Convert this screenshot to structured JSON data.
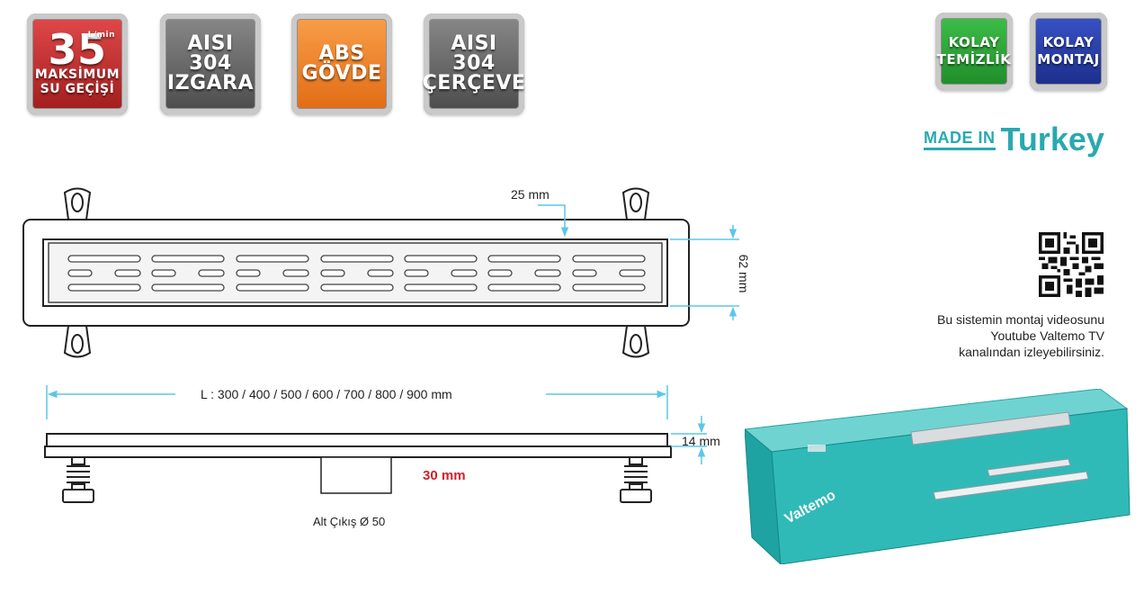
{
  "badges": {
    "flow": {
      "number": "35",
      "unit": "L/min",
      "line1": "MAKSİMUM",
      "line2": "SU GEÇİŞİ"
    },
    "grate": {
      "line1": "AISI",
      "line2": "304",
      "line3": "IZGARA"
    },
    "body": {
      "line1": "ABS",
      "line2": "GÖVDE"
    },
    "frame": {
      "line1": "AISI",
      "line2": "304",
      "line3": "ÇERÇEVE"
    },
    "clean": {
      "line1": "KOLAY",
      "line2": "TEMİZLİK"
    },
    "mount": {
      "line1": "KOLAY",
      "line2": "MONTAJ"
    }
  },
  "made_in": {
    "prefix": "MADE IN",
    "country": "Turkey"
  },
  "qr_info": {
    "line1": "Bu sistemin montaj videosunu",
    "line2": "Youtube Valtemo TV",
    "line3": "kanalından izleyebilirsiniz."
  },
  "dimensions": {
    "top_margin": "25 mm",
    "width": "62 mm",
    "length": "L : 300 / 400 / 500 / 600 / 700 / 800 / 900  mm",
    "height": "14 mm",
    "depth": "30 mm",
    "outlet": "Alt Çıkış Ø 50"
  },
  "package": {
    "brand": "Valtemo"
  },
  "colors": {
    "accent": "#29a9b0",
    "dimension_line": "#5bc7e6",
    "depth_label": "#d2202a"
  }
}
